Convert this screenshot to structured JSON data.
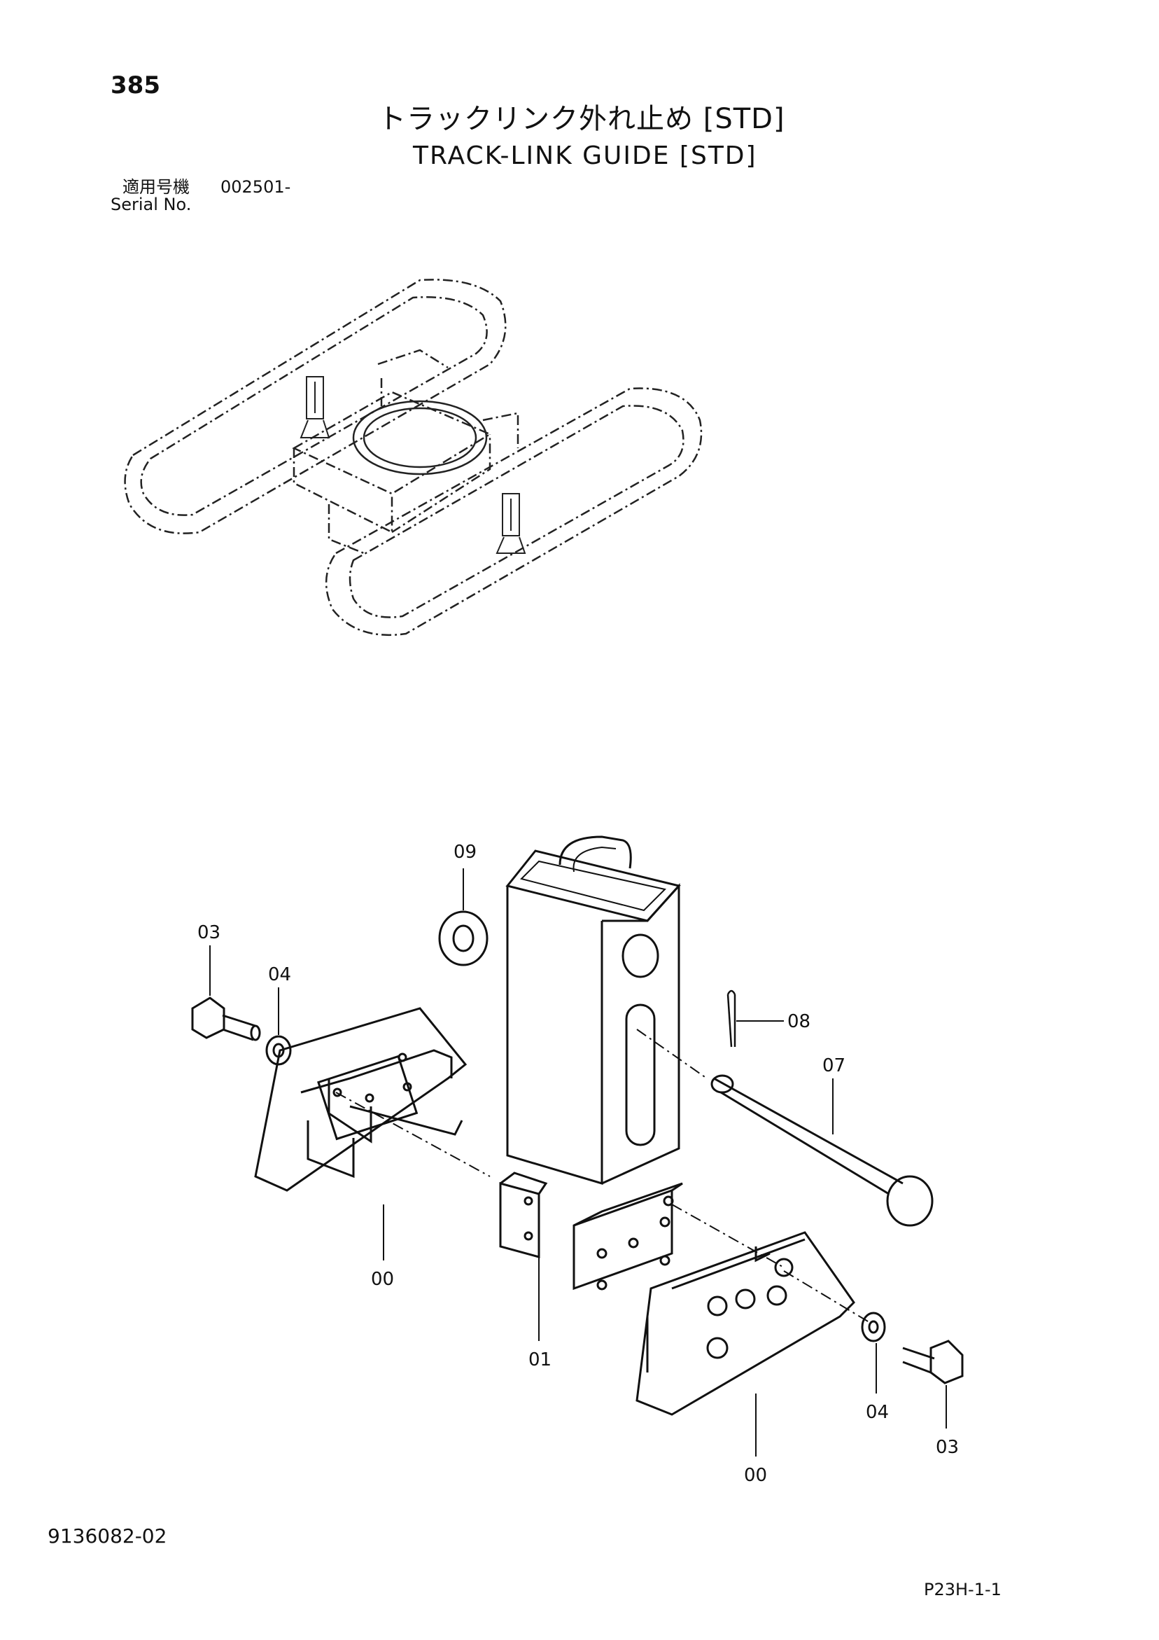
{
  "header": {
    "page_number": "385",
    "title_jp": "トラックリンク外れ止め [STD]",
    "title_en": "TRACK-LINK GUIDE [STD]",
    "serial_label_jp": "適用号機",
    "serial_label_en": "Serial No.",
    "serial_number": "002501-"
  },
  "callouts": {
    "c09": "09",
    "c03_left": "03",
    "c04_left": "04",
    "c08": "08",
    "c07": "07",
    "c00_left": "00",
    "c01": "01",
    "c04_right": "04",
    "c03_right": "03",
    "c00_right": "00"
  },
  "footer": {
    "doc_number": "9136082-02",
    "page_code": "P23H-1-1"
  }
}
